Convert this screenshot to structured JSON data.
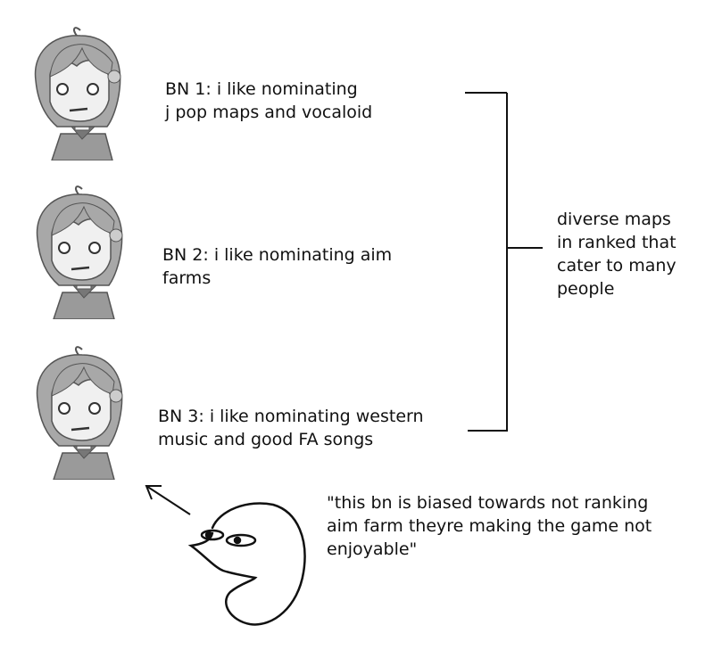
{
  "characters": [
    {
      "label": "BN 1: i like nominating\nj pop maps and vocaloid"
    },
    {
      "label": "BN 2: i like nominating aim\nfarms"
    },
    {
      "label": "BN 3: i like nominating western\nmusic and good FA songs"
    }
  ],
  "summary": "diverse maps\nin ranked that\ncater to many\npeople",
  "quote": "\"this bn is biased towards not ranking\naim farm theyre making the game not\nenjoyable\"",
  "colors": {
    "hair": "#a8a8a8",
    "skin": "#f0f0f0",
    "shirt": "#9a9a9a",
    "outline": "#555555",
    "ink": "#111111"
  }
}
